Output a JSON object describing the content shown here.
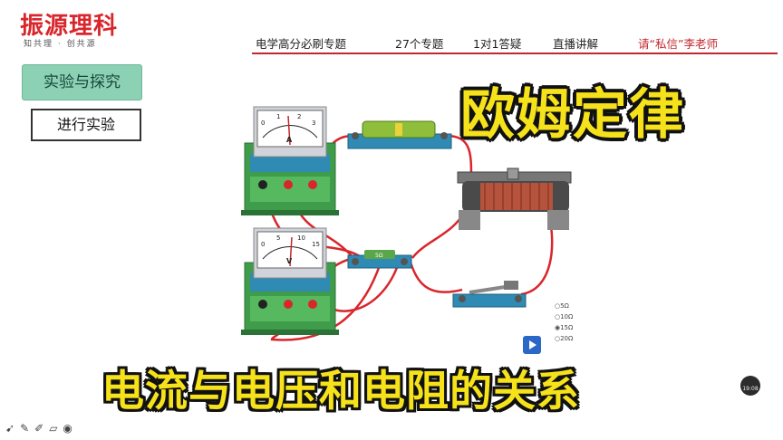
{
  "header": {
    "logo_main": "振源理科",
    "logo_sub": "知共理 · 创共源",
    "promo": [
      "电学高分必刷专题",
      "27个专题",
      "1对1答疑",
      "直播讲解"
    ],
    "promo_contact": "请“私信”李老师"
  },
  "buttons": {
    "section": "实验与探究",
    "action": "进行实验"
  },
  "titles": {
    "main": "欧姆定律",
    "subtitle": "电流与电压和电阻的关系"
  },
  "meters": {
    "ammeter": {
      "ticks": [
        "0",
        "1",
        "2",
        "3"
      ],
      "unit": "A"
    },
    "voltmeter": {
      "ticks": [
        "0",
        "5",
        "10",
        "15"
      ],
      "unit": "V"
    }
  },
  "resistor_label": "5Ω",
  "options": [
    "○5Ω",
    "○10Ω",
    "◉15Ω",
    "○20Ω"
  ],
  "clock": "19:08",
  "colors": {
    "accent_red": "#c1272d",
    "title_yellow": "#f6e21b",
    "board_green": "#3f9c4a",
    "wire": "#d8262c"
  }
}
